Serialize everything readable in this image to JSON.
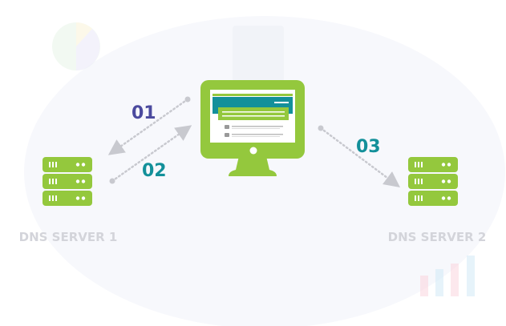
{
  "colors": {
    "green": "#94c83d",
    "teal": "#13909a",
    "purple": "#4b4a9e",
    "arrow": "#c8c9cf",
    "label": "#d3d4da"
  },
  "steps": [
    {
      "label": "01",
      "color": "#4b4a9e"
    },
    {
      "label": "02",
      "color": "#13909a"
    },
    {
      "label": "03",
      "color": "#13909a"
    }
  ],
  "servers": [
    {
      "label": "DNS SERVER 1"
    },
    {
      "label": "DNS SERVER 2"
    }
  ]
}
